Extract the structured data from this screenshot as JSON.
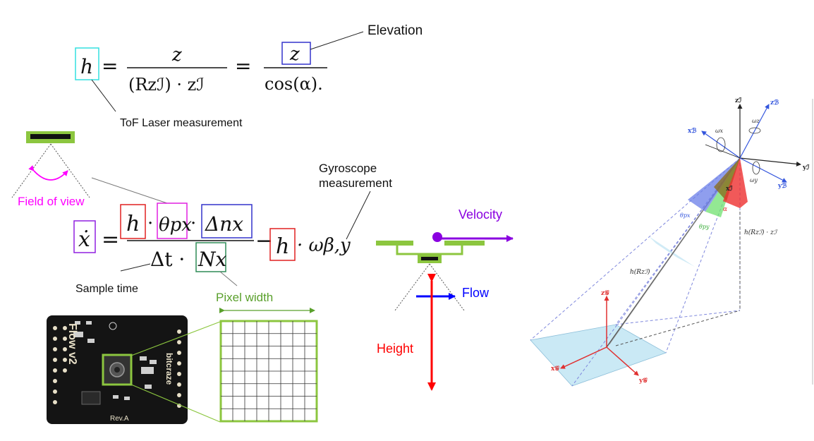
{
  "labels": {
    "elevation": "Elevation",
    "tof": "ToF Laser measurement",
    "field_of_view": "Field of view",
    "gyroscope": [
      "Gyroscope",
      "measurement"
    ],
    "sample_time": "Sample time",
    "pixel_width": "Pixel width",
    "velocity": "Velocity",
    "flow": "Flow",
    "height": "Height"
  },
  "equations": {
    "height_eq": {
      "h": "h",
      "equals": "=",
      "num1": "z",
      "den1": "(Rzℐ) · zℐ",
      "equals2": "=",
      "num2": "z",
      "den2": "cos(α).",
      "dot_end": ""
    },
    "flow_eq": {
      "xdot": "ẋ",
      "equals": "=",
      "h": "h",
      "theta": "θpx",
      "dn": "Δnx",
      "den": "Δt ·",
      "nx": "Nx",
      "minus": "−",
      "h2": "h",
      "omega": "· ωβ,y",
      "dot": "·",
      "dot2": "·"
    }
  },
  "board": {
    "name": "Flow v2",
    "brand": "bitcraze",
    "rev": "Rev.A"
  },
  "frame_labels": {
    "zI": "zℐ",
    "zB": "zℬ",
    "xB": "xℬ",
    "yI": "yℐ",
    "yB": "yℬ",
    "xI": "xℐ",
    "omega_x": "ωx",
    "omega_z": "ωz",
    "omega_y": "ωy",
    "alpha": "α",
    "theta_px": "θpx",
    "theta_py": "θpy",
    "h_rz_dot": "h(Rzℐ) · zℐ",
    "h_rz": "h(Rzℐ)",
    "zG": "z𝒢",
    "xG": "x𝒢",
    "yG": "y𝒢"
  },
  "colors": {
    "cyan_box": "#33e0e0",
    "blue_box": "#3333cc",
    "red_box": "#e02020",
    "magenta_box": "#e020e0",
    "purple_box": "#9020e0",
    "green_box": "#2e8b57",
    "sensor_green": "#8cc63f",
    "velocity": "#8a00e0",
    "flow": "#0000ff",
    "height": "#ff0000",
    "fov": "#ff00ff",
    "frame_blue": "#3355dd",
    "frame_red": "#e03030",
    "plane": "#bde3f2"
  }
}
